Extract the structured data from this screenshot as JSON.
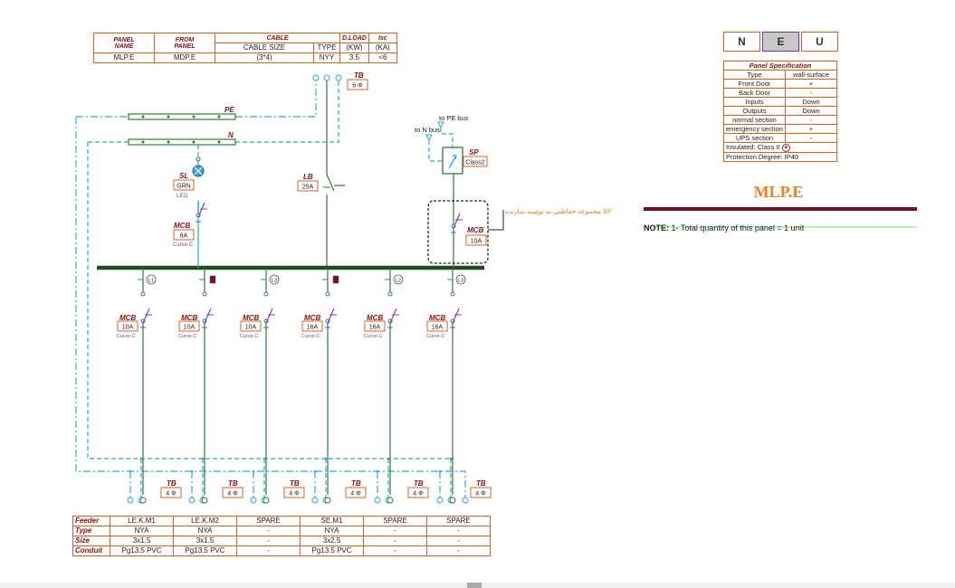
{
  "header_table": {
    "col_panel_name": [
      "PANEL",
      "NAME"
    ],
    "col_from_panel": [
      "FROM",
      "PANEL"
    ],
    "col_cable": "CABLE",
    "col_cable_size": "CABLE SIZE",
    "col_type": "TYPE",
    "col_dload": "D.LOAD",
    "col_dload_unit": "(KW)",
    "col_isc": "Isc",
    "col_isc_unit": "(KA)",
    "row": {
      "panel_name": "MLP.E",
      "from_panel": "MDP.E",
      "cable_size": "(3*4)",
      "type": "NYY",
      "dload": "3.5",
      "isc": "<6"
    }
  },
  "neu_selector": {
    "n": "N",
    "e": "E",
    "u": "U",
    "active": "E"
  },
  "panel_spec": {
    "title": "Panel Specification",
    "rows": [
      {
        "label": "Type",
        "value": "wall-surface"
      },
      {
        "label": "Front Door",
        "value": "+"
      },
      {
        "label": "Back Door",
        "value": "-"
      },
      {
        "label": "Inputs",
        "value": "Down"
      },
      {
        "label": "Outputs",
        "value": "Down"
      },
      {
        "label": "normal section",
        "value": "-"
      },
      {
        "label": "emergency section",
        "value": "+"
      },
      {
        "label": "UPS section",
        "value": "-"
      }
    ],
    "insulated": "Insulated: Class II",
    "protection": "Protection Degree: IP40"
  },
  "panel_title": "MLP.E",
  "note": {
    "label": "NOTE:",
    "text": "1- Total quantity of this panel = 1 unit"
  },
  "diagram": {
    "incoming_tb": {
      "label": "TB",
      "value": "6 Φ"
    },
    "pe_label": "PE",
    "n_label": "N",
    "to_pe_bus": "to PE bus",
    "to_n_bus": "to N bus",
    "sp": {
      "label": "SP",
      "rating": "Class2",
      "note": "مجموعه حفاظتی به توصیه سازنده SP"
    },
    "lb": {
      "label": "LB",
      "rating": "25A"
    },
    "sl": {
      "label": "SL",
      "color": "GRN",
      "type": "LED"
    },
    "mcb_signal": {
      "label": "MCB",
      "rating": "6A",
      "curve": "Curve C"
    },
    "mcb_sp": {
      "label": "MCB",
      "rating": "10A"
    },
    "phases": [
      "L1",
      "",
      "L3",
      "",
      "L2",
      "L3"
    ],
    "outgoing": [
      {
        "label": "MCB",
        "rating": "10A",
        "curve": "Curve-C"
      },
      {
        "label": "MCB",
        "rating": "10A",
        "curve": "Curve-C"
      },
      {
        "label": "MCB",
        "rating": "10A",
        "curve": "Curve-C"
      },
      {
        "label": "MCB",
        "rating": "16A",
        "curve": "Curve-C"
      },
      {
        "label": "MCB",
        "rating": "16A",
        "curve": "Curve-C"
      },
      {
        "label": "MCB",
        "rating": "16A",
        "curve": "Curve-C"
      }
    ],
    "terminal_blocks": [
      {
        "label": "TB",
        "value": "4 Φ"
      },
      {
        "label": "TB",
        "value": "4 Φ"
      },
      {
        "label": "TB",
        "value": "4 Φ"
      },
      {
        "label": "TB",
        "value": "4 Φ"
      },
      {
        "label": "TB",
        "value": "4 Φ"
      },
      {
        "label": "TB",
        "value": "4 Φ"
      }
    ]
  },
  "feeder_table": {
    "row_labels": [
      "Feeder",
      "Type",
      "Size",
      "Conduit"
    ],
    "columns": [
      {
        "feeder": "LE.K.M1",
        "type": "NYA",
        "size": "3x1.5",
        "conduit": "Pg13.5 PVC"
      },
      {
        "feeder": "LE.K.M2",
        "type": "NYA",
        "size": "3x1.5",
        "conduit": "Pg13.5 PVC"
      },
      {
        "feeder": "SPARE",
        "type": "-",
        "size": "-",
        "conduit": "-"
      },
      {
        "feeder": "SE.M1",
        "type": "NYA",
        "size": "3x2.5",
        "conduit": "Pg13.5 PVC"
      },
      {
        "feeder": "SPARE",
        "type": "-",
        "size": "-",
        "conduit": "-"
      },
      {
        "feeder": "SPARE",
        "type": "-",
        "size": "-",
        "conduit": "-"
      }
    ]
  },
  "colors": {
    "orange": "#e06020",
    "green": "#2e7d32",
    "cyan": "#29a8d8",
    "purple": "#8040c0",
    "maroon": "#7a0f22",
    "bus": "#1b4d1b"
  }
}
